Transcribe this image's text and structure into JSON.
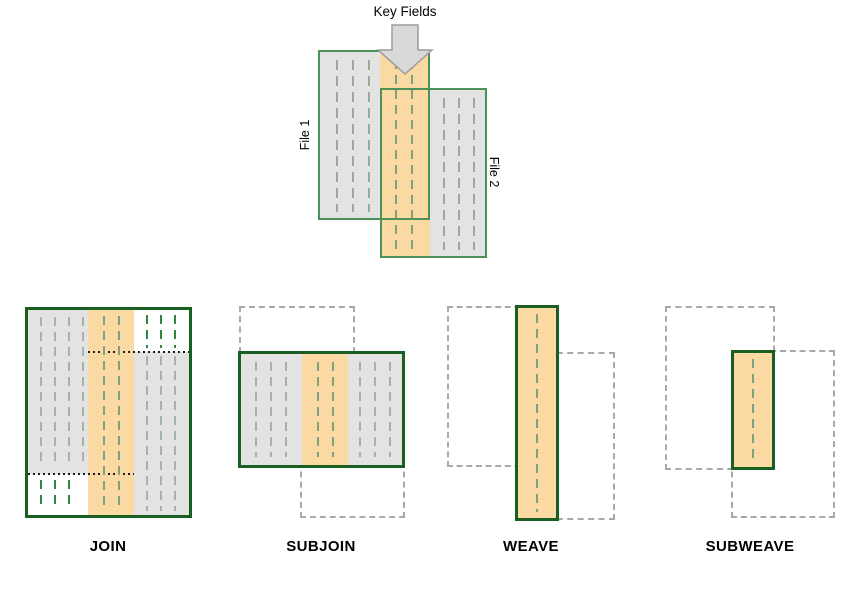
{
  "header": {
    "key_fields_label": "Key Fields"
  },
  "files": {
    "file1_label": "File 1",
    "file2_label": "File 2"
  },
  "operations": [
    {
      "id": "join",
      "label": "JOIN"
    },
    {
      "id": "subjoin",
      "label": "SUBJOIN"
    },
    {
      "id": "weave",
      "label": "WEAVE"
    },
    {
      "id": "subweave",
      "label": "SUBWEAVE"
    }
  ],
  "colors": {
    "border-dark-green": "#1a5f22",
    "border-mid-green": "#4c9158",
    "fill-gray": "#e3e3e3",
    "fill-orange": "#fbd9a3",
    "ghost-dash-gray": "#a9a9a9",
    "line-green": "#2f8741",
    "line-gray": "#a8b3a8",
    "line-mid": "#7fa285",
    "line-file": "#9aa99a",
    "arrow-fill": "#d9d9d9",
    "arrow-stroke": "#9c9c9c",
    "dots-black": "#1a1a1a"
  }
}
